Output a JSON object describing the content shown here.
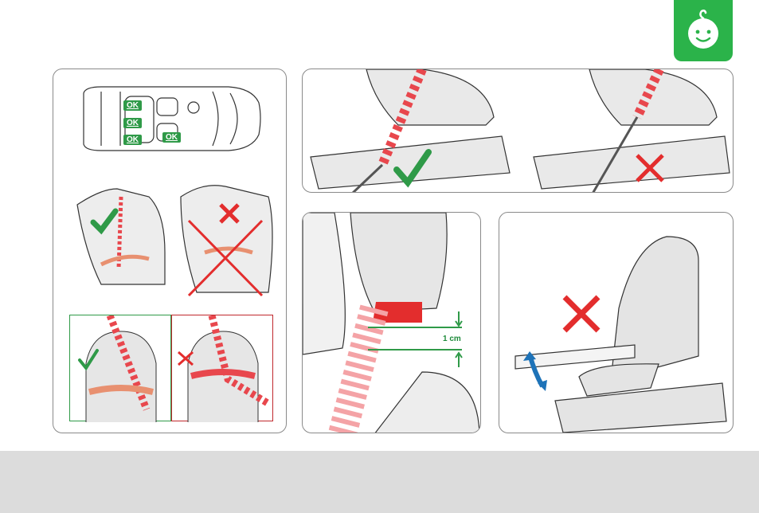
{
  "icons": {
    "badge": "baby-face-icon",
    "check": "check-mark-icon",
    "cross": "cross-mark-icon",
    "arrow": "double-arrow-icon"
  },
  "colors": {
    "green": "#2bb34a",
    "red": "#e32d2d",
    "belt_red": "#e8474d",
    "blue": "#1e73b8",
    "footer": "#dcdcdc"
  },
  "car_diagram": {
    "ok_labels": [
      "OK",
      "OK",
      "OK",
      "OK"
    ]
  },
  "gap_diagram": {
    "measure_label": "1 cm"
  }
}
